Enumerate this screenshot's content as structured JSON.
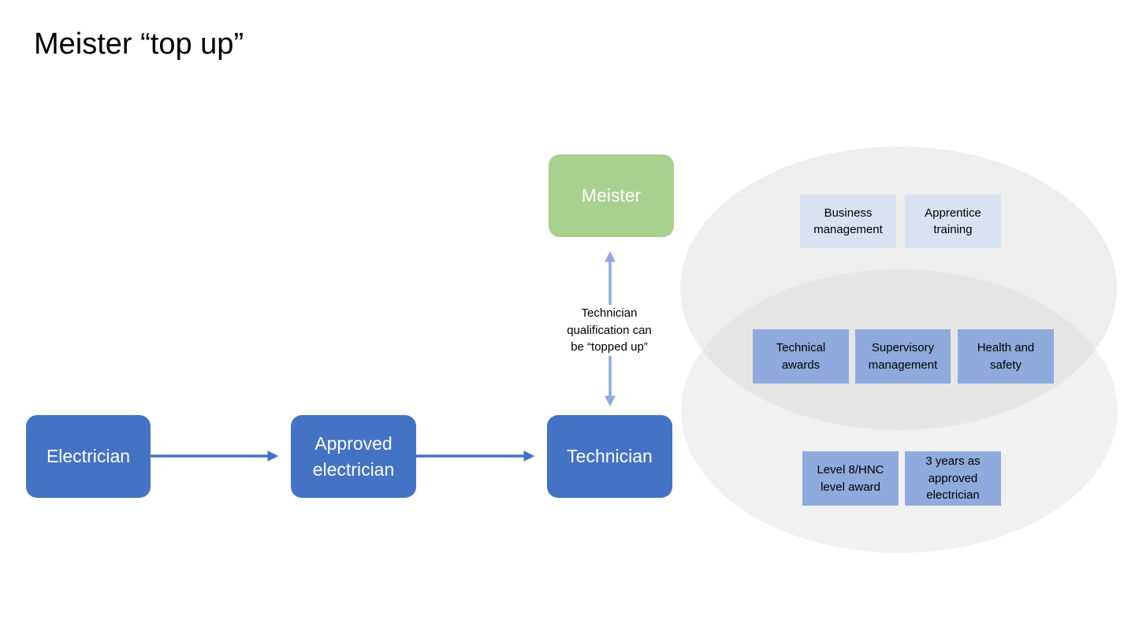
{
  "title": "Meister “top up”",
  "colors": {
    "node_blue": "#4472c4",
    "node_green": "#a9d18e",
    "connector": "#4472c4",
    "connector_light": "#8faadc",
    "ellipse_fill": "#ebebeb",
    "tag_light": "#d9e2f3",
    "tag_mid": "#8faadc"
  },
  "nodes": {
    "electrician": {
      "lines": [
        "Electrician"
      ]
    },
    "approved_electrician": {
      "lines": [
        "Approved",
        "electrician"
      ]
    },
    "technician": {
      "lines": [
        "Technician"
      ]
    },
    "meister": {
      "lines": [
        "Meister"
      ]
    }
  },
  "topup_label": {
    "lines": [
      "Technician",
      "qualification can",
      "be “topped up”"
    ]
  },
  "requirements": {
    "meister_only": [
      {
        "lines": [
          "Business",
          "management"
        ]
      },
      {
        "lines": [
          "Apprentice",
          "training"
        ]
      }
    ],
    "shared": [
      {
        "lines": [
          "Technical",
          "awards"
        ]
      },
      {
        "lines": [
          "Supervisory",
          "management"
        ]
      },
      {
        "lines": [
          "Health and",
          "safety"
        ]
      }
    ],
    "technician_only": [
      {
        "lines": [
          "Level 8/HNC",
          "level award"
        ]
      },
      {
        "lines": [
          "3 years as",
          "approved",
          "electrician"
        ]
      }
    ]
  }
}
